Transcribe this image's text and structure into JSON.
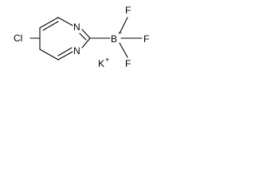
{
  "molecule": {
    "atoms": {
      "cl": "Cl",
      "n_top": "N",
      "n_bottom": "N",
      "b": "B",
      "b_charge": "−",
      "f_top": "F",
      "f_right": "F",
      "f_bottom": "F",
      "k": "K",
      "k_charge": "+"
    }
  }
}
